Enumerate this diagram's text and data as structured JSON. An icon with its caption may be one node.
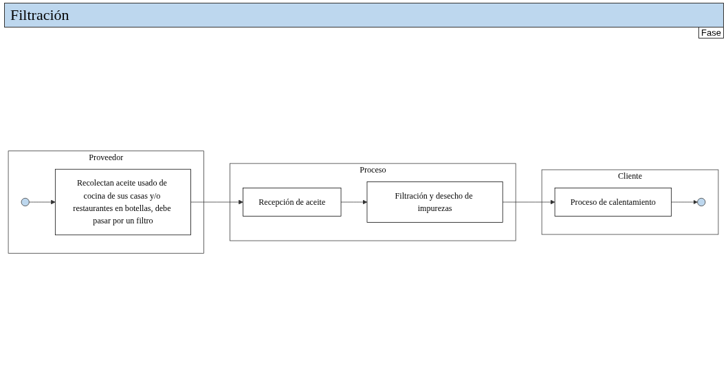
{
  "diagram": {
    "title": "Filtración",
    "nodes": [
      {
        "text": [
          "Proveedor"
        ]
      },
      {
        "text": [],
        "shape": "circle",
        "in": 0
      },
      {
        "text": [
          "Recolectan aceite usado de cocina de sus casas y/o restaurantes en botellas, debe pasar por un filtro"
        ],
        "in": 0
      },
      {
        "text": [
          "Proceso"
        ]
      },
      {
        "text": [
          "Recepción de aceite"
        ],
        "in": 3
      },
      {
        "text": [
          "Filtración y desecho de impurezas"
        ],
        "in": 3
      },
      {
        "text": [
          "Cliente"
        ]
      },
      {
        "text": [
          "Proceso de calentamiento"
        ],
        "in": 6
      },
      {
        "text": [],
        "shape": "circle",
        "in": 6
      }
    ],
    "edges": [
      {
        "from": 1,
        "to": 2,
        "arrow": "to"
      },
      {
        "from": 2,
        "to": 4,
        "arrow": "to"
      },
      {
        "from": 4,
        "to": 5,
        "arrow": "to"
      },
      {
        "from": 5,
        "to": 7,
        "arrow": "to"
      },
      {
        "from": 7,
        "to": 8,
        "arrow": "to"
      }
    ],
    "labels": [
      "Fase"
    ]
  }
}
